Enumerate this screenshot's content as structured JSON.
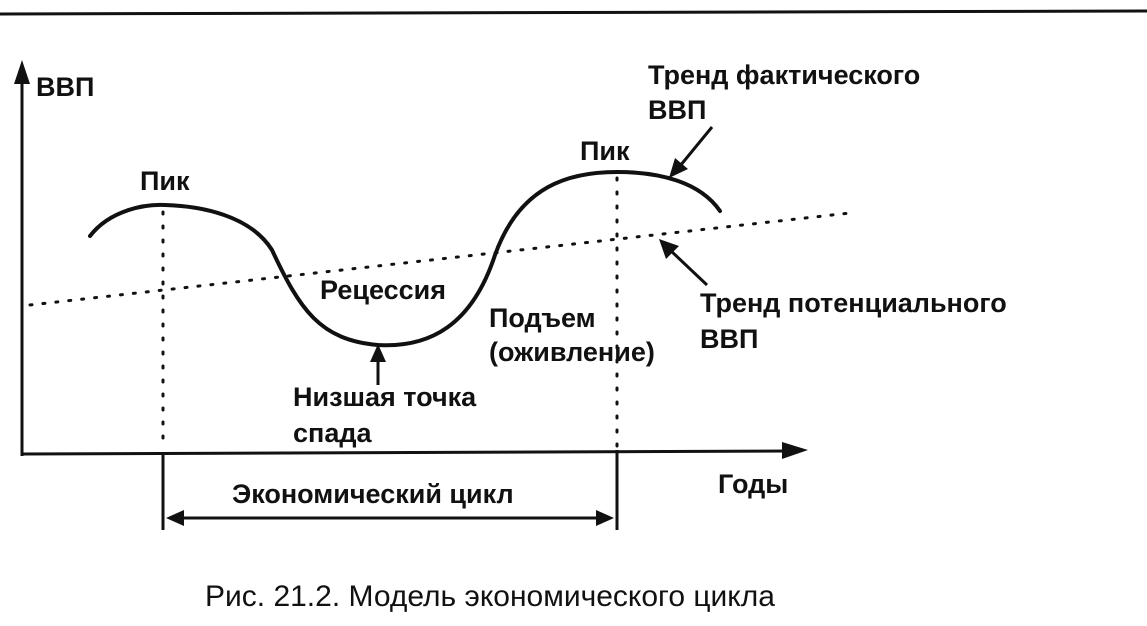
{
  "axes": {
    "y_label": "ВВП",
    "x_label": "Годы"
  },
  "labels": {
    "peak_left": "Пик",
    "peak_right": "Пик",
    "recession": "Рецессия",
    "recovery_line1": "Подъем",
    "recovery_line2": "(оживление)",
    "trough_line1": "Низшая точка",
    "trough_line2": "спада",
    "actual_trend_line1": "Тренд фактического",
    "actual_trend_line2": "ВВП",
    "potential_trend_line1": "Тренд потенциального",
    "potential_trend_line2": "ВВП",
    "cycle": "Экономический цикл"
  },
  "caption": "Рис. 21.2. Модель экономического цикла",
  "colors": {
    "ink": "#111111",
    "background": "#ffffff"
  }
}
